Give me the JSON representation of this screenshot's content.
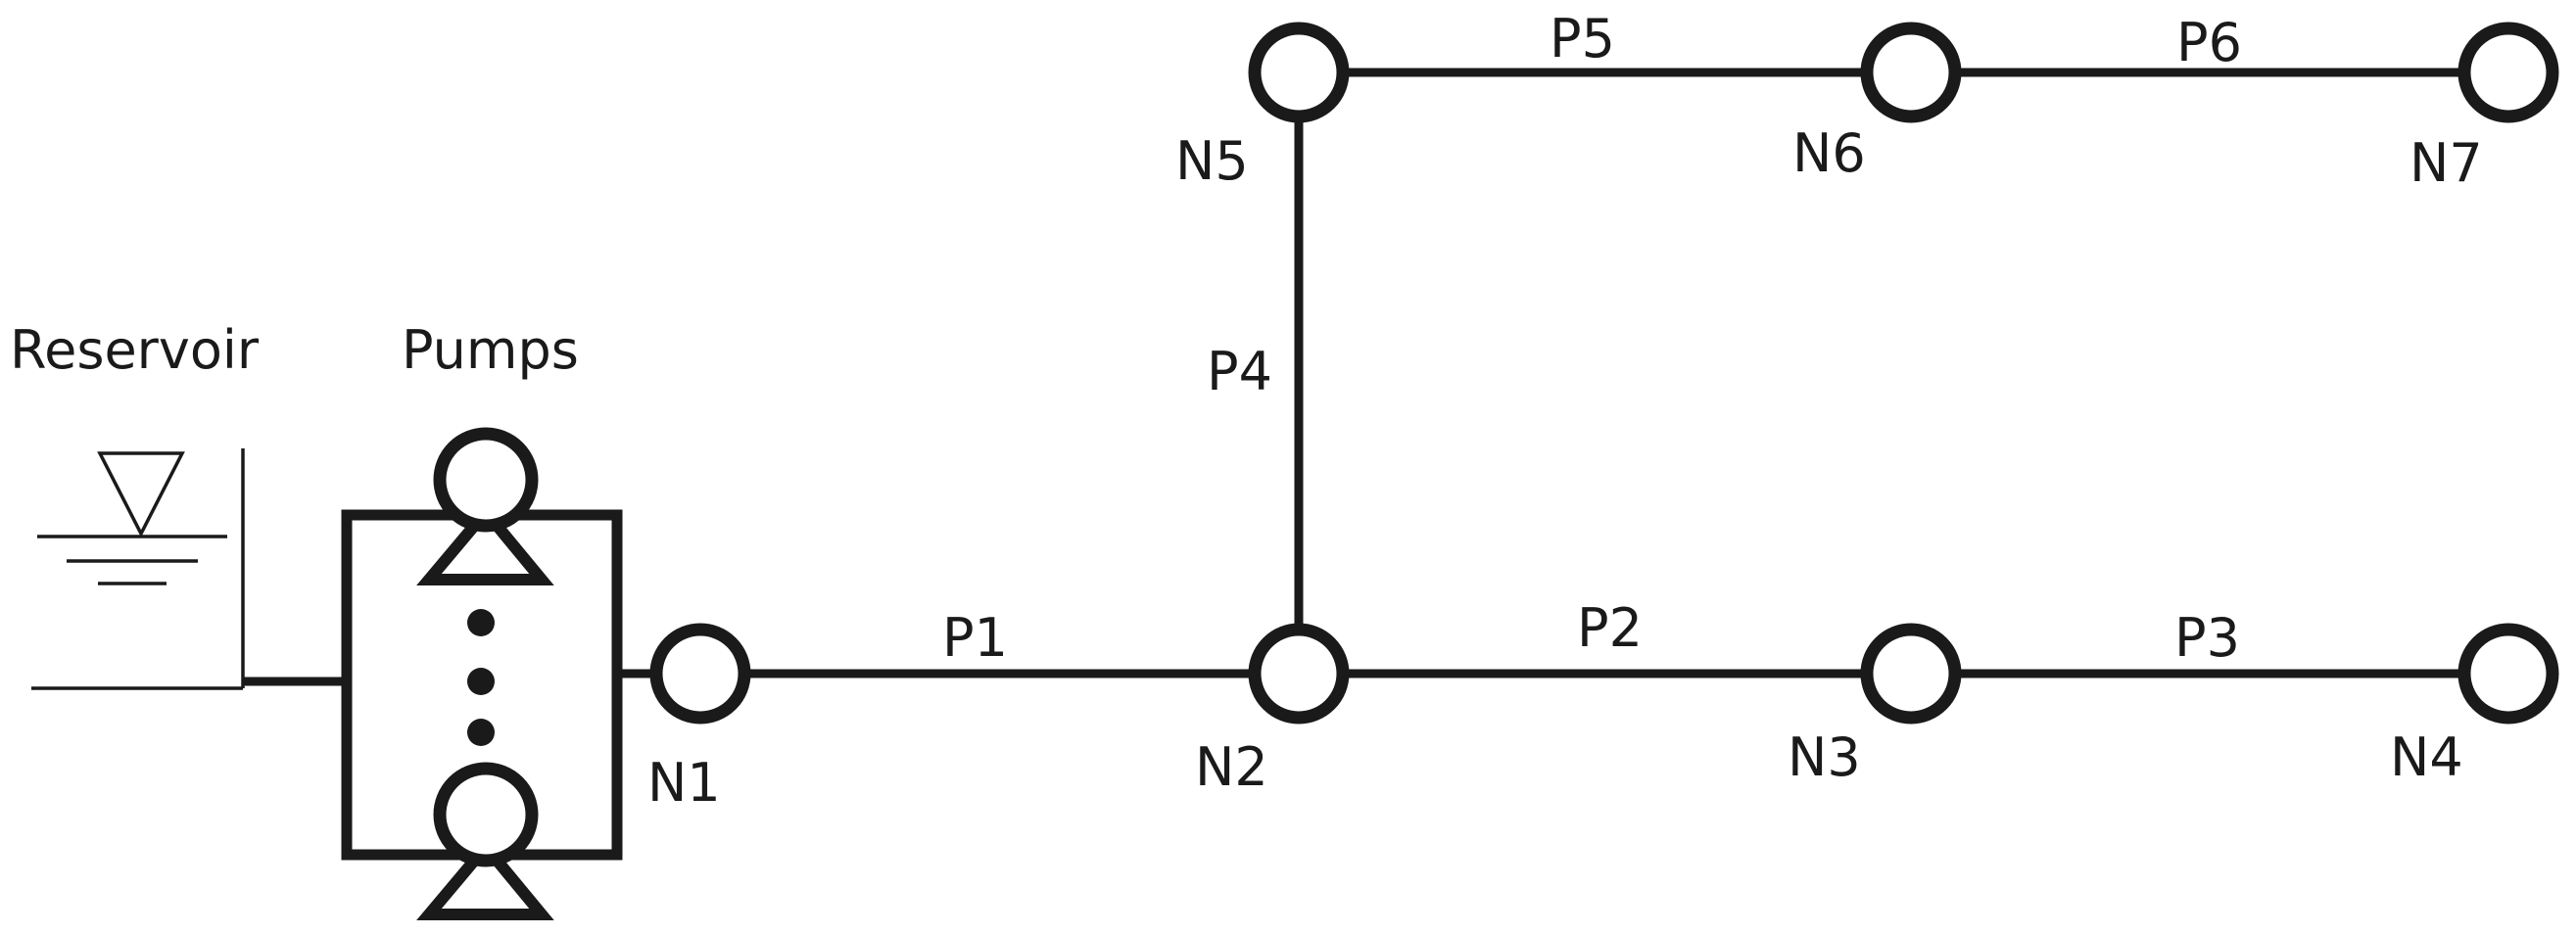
{
  "diagram": {
    "reservoir_label": "Reservoir",
    "pumps_label": "Pumps",
    "nodes": [
      {
        "id": "N1",
        "label": "N1"
      },
      {
        "id": "N2",
        "label": "N2"
      },
      {
        "id": "N3",
        "label": "N3"
      },
      {
        "id": "N4",
        "label": "N4"
      },
      {
        "id": "N5",
        "label": "N5"
      },
      {
        "id": "N6",
        "label": "N6"
      },
      {
        "id": "N7",
        "label": "N7"
      }
    ],
    "pipes": [
      {
        "id": "P1",
        "label": "P1",
        "from": "N1",
        "to": "N2"
      },
      {
        "id": "P2",
        "label": "P2",
        "from": "N2",
        "to": "N3"
      },
      {
        "id": "P3",
        "label": "P3",
        "from": "N3",
        "to": "N4"
      },
      {
        "id": "P4",
        "label": "P4",
        "from": "N2",
        "to": "N5"
      },
      {
        "id": "P5",
        "label": "P5",
        "from": "N5",
        "to": "N6"
      },
      {
        "id": "P6",
        "label": "P6",
        "from": "N6",
        "to": "N7"
      }
    ]
  }
}
